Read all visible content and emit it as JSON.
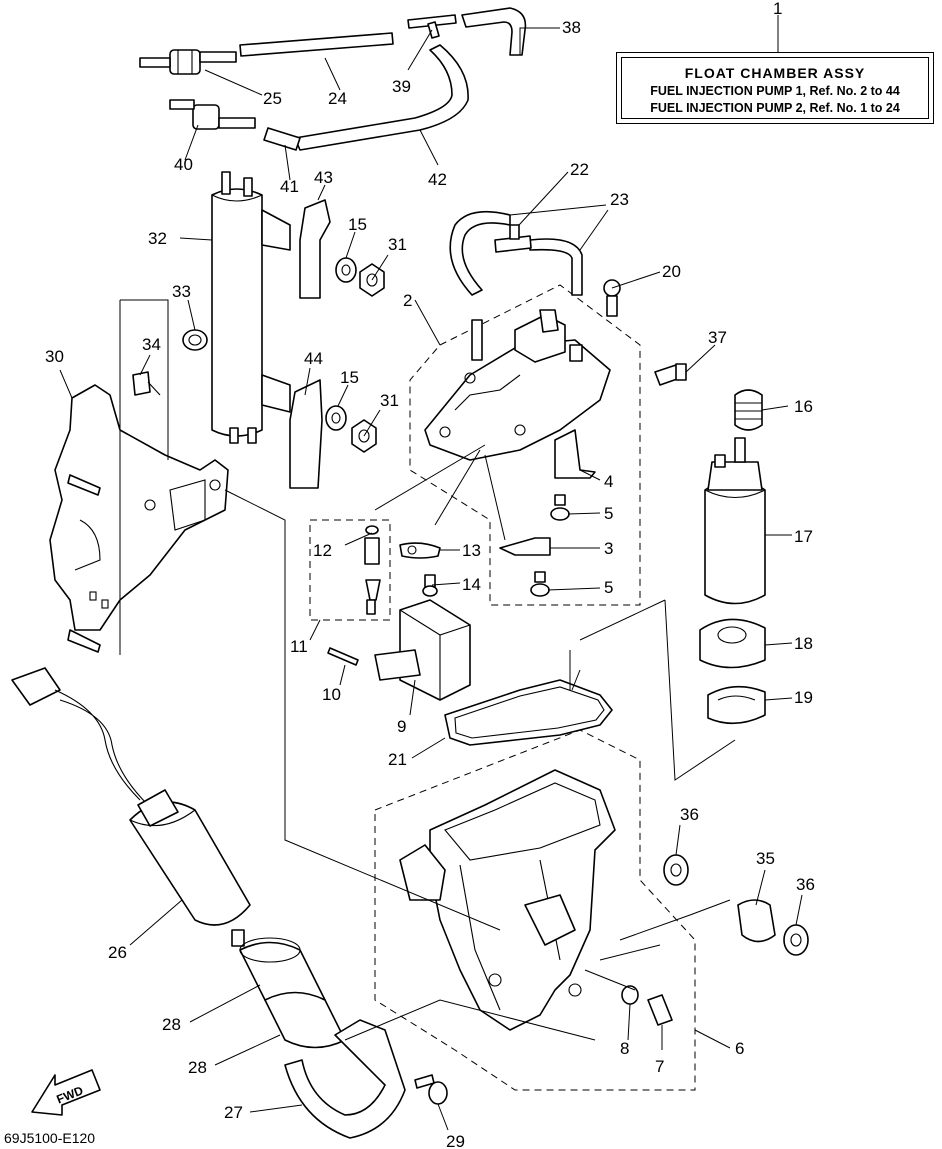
{
  "assembly_box": {
    "ref_number": "1",
    "title": "FLOAT CHAMBER ASSY",
    "lines": [
      "FUEL INJECTION PUMP 1, Ref. No. 2 to 44",
      "FUEL INJECTION PUMP 2, Ref. No. 1 to 24"
    ]
  },
  "direction_label": "FWD",
  "drawing_code": "69J5100-E120",
  "callouts": [
    "2",
    "3",
    "4",
    "5",
    "5",
    "6",
    "7",
    "8",
    "9",
    "10",
    "11",
    "12",
    "13",
    "14",
    "15",
    "15",
    "16",
    "17",
    "18",
    "19",
    "20",
    "21",
    "22",
    "23",
    "24",
    "25",
    "26",
    "27",
    "28",
    "28",
    "29",
    "30",
    "31",
    "31",
    "32",
    "33",
    "34",
    "35",
    "36",
    "36",
    "37",
    "38",
    "39",
    "40",
    "41",
    "42",
    "43",
    "44"
  ]
}
